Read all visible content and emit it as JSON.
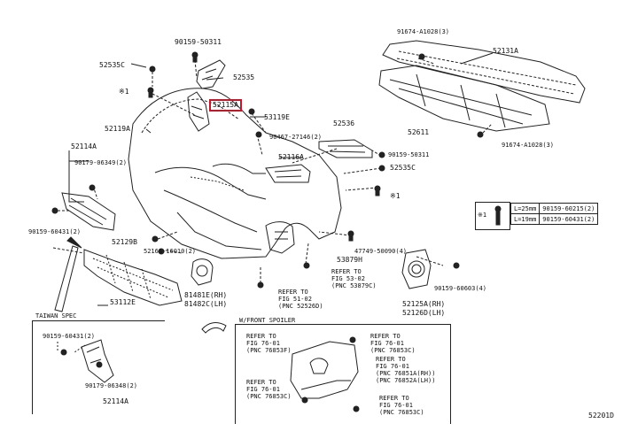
{
  "diagram_id": "52201D",
  "parts": {
    "p90159_50311_top": "90159-50311",
    "p52535C_top": "52535C",
    "p52535": "52535",
    "star1_left": "※1",
    "p52115A": "52115A",
    "p53119E": "53119E",
    "p52119A": "52119A",
    "p90467_27146": "90467-27146(2)",
    "p52536": "52536",
    "p52114A_top": "52114A",
    "p90179_06349": "90179-06349(2)",
    "p52116A": "52116A",
    "p90159_50311_right": "90159-50311",
    "p52535C_right": "52535C",
    "star1_right": "※1",
    "p90159_60431_left": "90159-60431(2)",
    "p52129B": "52129B",
    "p52161_16010": "52161-16010(2)",
    "p47749_50090": "47749-50090(4)",
    "p53879H": "53879H",
    "p53112E": "53112E",
    "p81481E": "81481E(RH)",
    "p81482C": "81482C(LH)",
    "p90159_60603": "90159-60603(4)",
    "p52125A": "52125A(RH)",
    "p52126D": "52126D(LH)",
    "p91674_A1028_top": "91674-A1028(3)",
    "p52131A": "52131A",
    "p52611": "52611",
    "p91674_A1028_bottom": "91674-A1028(3)"
  },
  "refs": {
    "ref_53_02": [
      "REFER TO",
      "FIG 53-02",
      "(PNC 53879C)"
    ],
    "ref_51_02": [
      "REFER TO",
      "FIG 51-02",
      "(PNC 52526D)"
    ]
  },
  "table": {
    "rows": [
      [
        "L=25mm",
        "90159-60215(2)"
      ],
      [
        "L=19mm",
        "90159-60431(2)"
      ]
    ],
    "symbol": "※1"
  },
  "taiwan": {
    "title": "TAIWAN SPEC",
    "p90159_60431": "90159-60431(2)",
    "p90179_06348": "90179-06348(2)",
    "p52114A": "52114A"
  },
  "front_spoiler": {
    "title": "W/FRONT SPOILER",
    "refs": [
      [
        "REFER TO",
        "FIG 76-01",
        "(PNC 76853F)"
      ],
      [
        "REFER TO",
        "FIG 76-01",
        "(PNC 76853C)"
      ],
      [
        "REFER TO",
        "FIG 76-01",
        "(PNC 76851A(RH))",
        "(PNC 76852A(LH))"
      ],
      [
        "REFER TO",
        "FIG 76-01",
        "(PNC 76853C)"
      ],
      [
        "REFER TO",
        "FIG 76-01",
        "(PNC 76853C)"
      ]
    ]
  },
  "colors": {
    "highlight": "#c0182b",
    "line": "#222222"
  }
}
